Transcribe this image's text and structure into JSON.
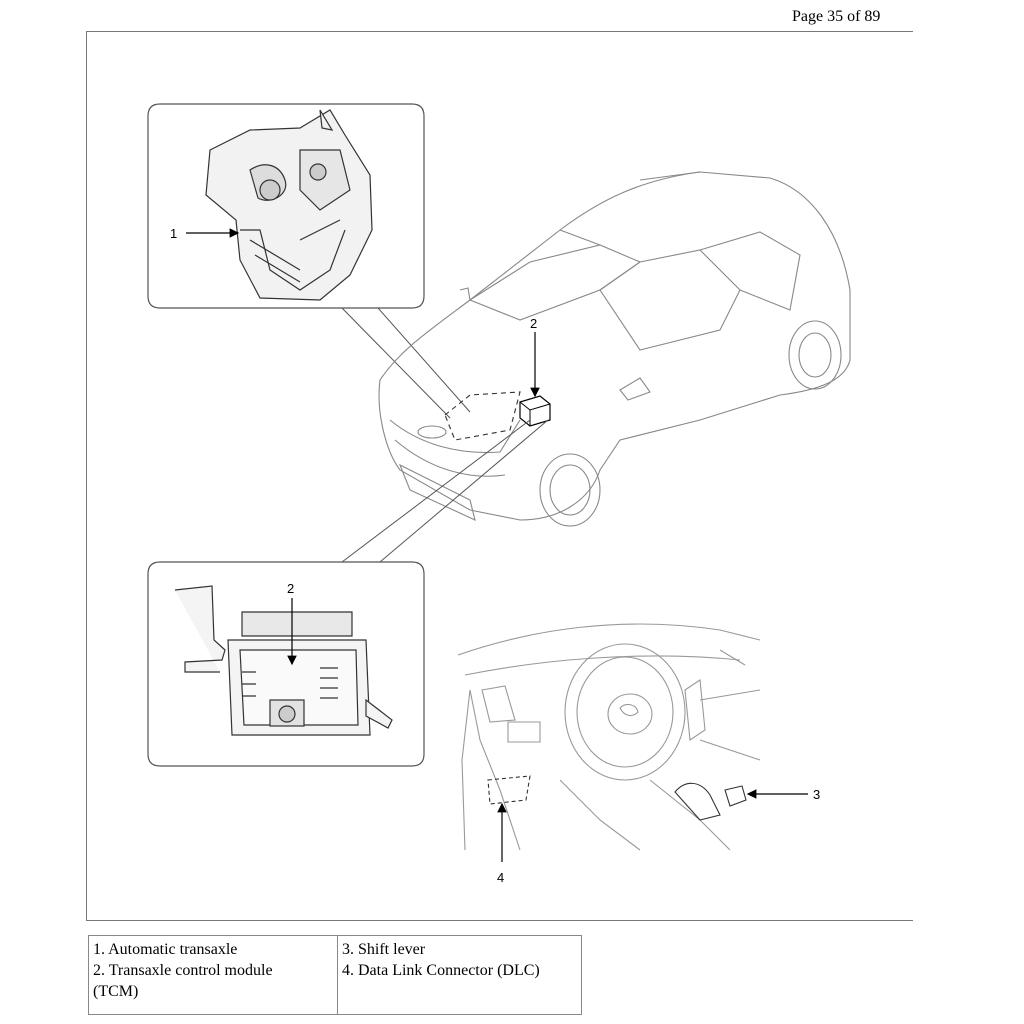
{
  "header": {
    "page_indicator": "Page 35 of 89"
  },
  "figure": {
    "callouts": {
      "automatic_transaxle": "1",
      "tcm_on_car": "2",
      "tcm_detail": "2",
      "shift_lever": "3",
      "dlc": "4"
    }
  },
  "legend": {
    "left_lines": [
      "1. Automatic transaxle",
      "2. Transaxle control module",
      "(TCM)"
    ],
    "right_lines": [
      "3. Shift lever",
      "4. Data Link Connector (DLC)"
    ]
  }
}
